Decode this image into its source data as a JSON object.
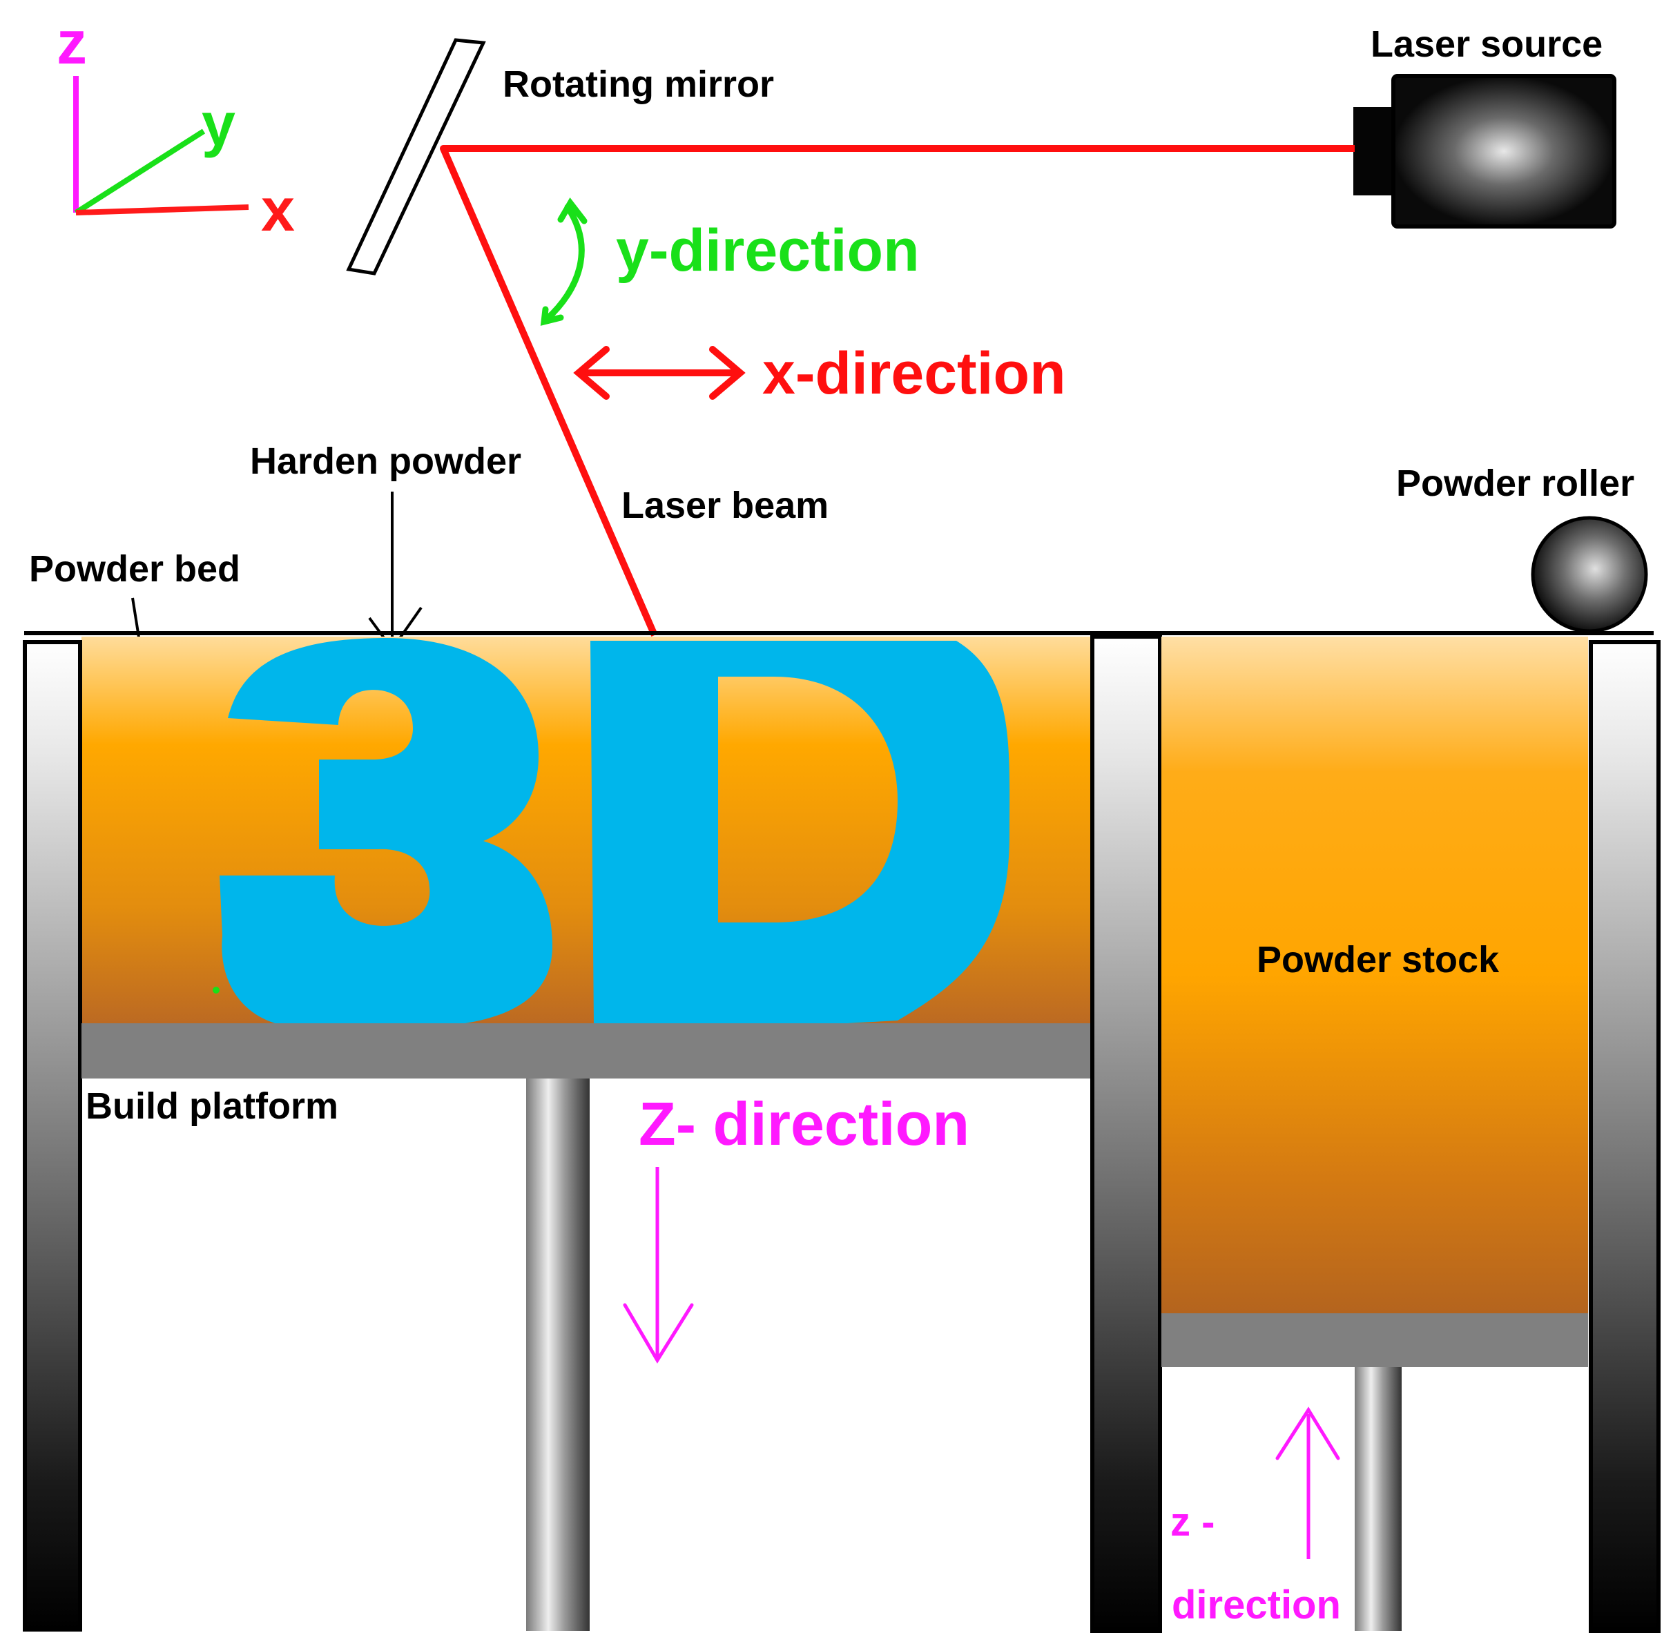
{
  "axes": {
    "z": "z",
    "y": "y",
    "x": "x"
  },
  "labels": {
    "rotating_mirror": "Rotating mirror",
    "laser_source": "Laser source",
    "y_direction": "y-direction",
    "x_direction": "x-direction",
    "harden_powder": "Harden powder",
    "laser_beam": "Laser beam",
    "powder_roller": "Powder roller",
    "powder_bed": "Powder bed",
    "build_platform": "Build platform",
    "z_direction_main": "Z- direction",
    "powder_stock": "Powder stock",
    "z_direction_stock_line1": "z -",
    "z_direction_stock_line2": "direction",
    "part": "3D"
  },
  "colors": {
    "laser": "#ff0f0f",
    "y_axis": "#19e019",
    "z_axis": "#ff19ff",
    "part": "#00b6eb",
    "powder_top": "#ffd98f",
    "powder_mid": "#ffa600",
    "powder_bottom": "#c06a1e",
    "platform": "#808080"
  }
}
